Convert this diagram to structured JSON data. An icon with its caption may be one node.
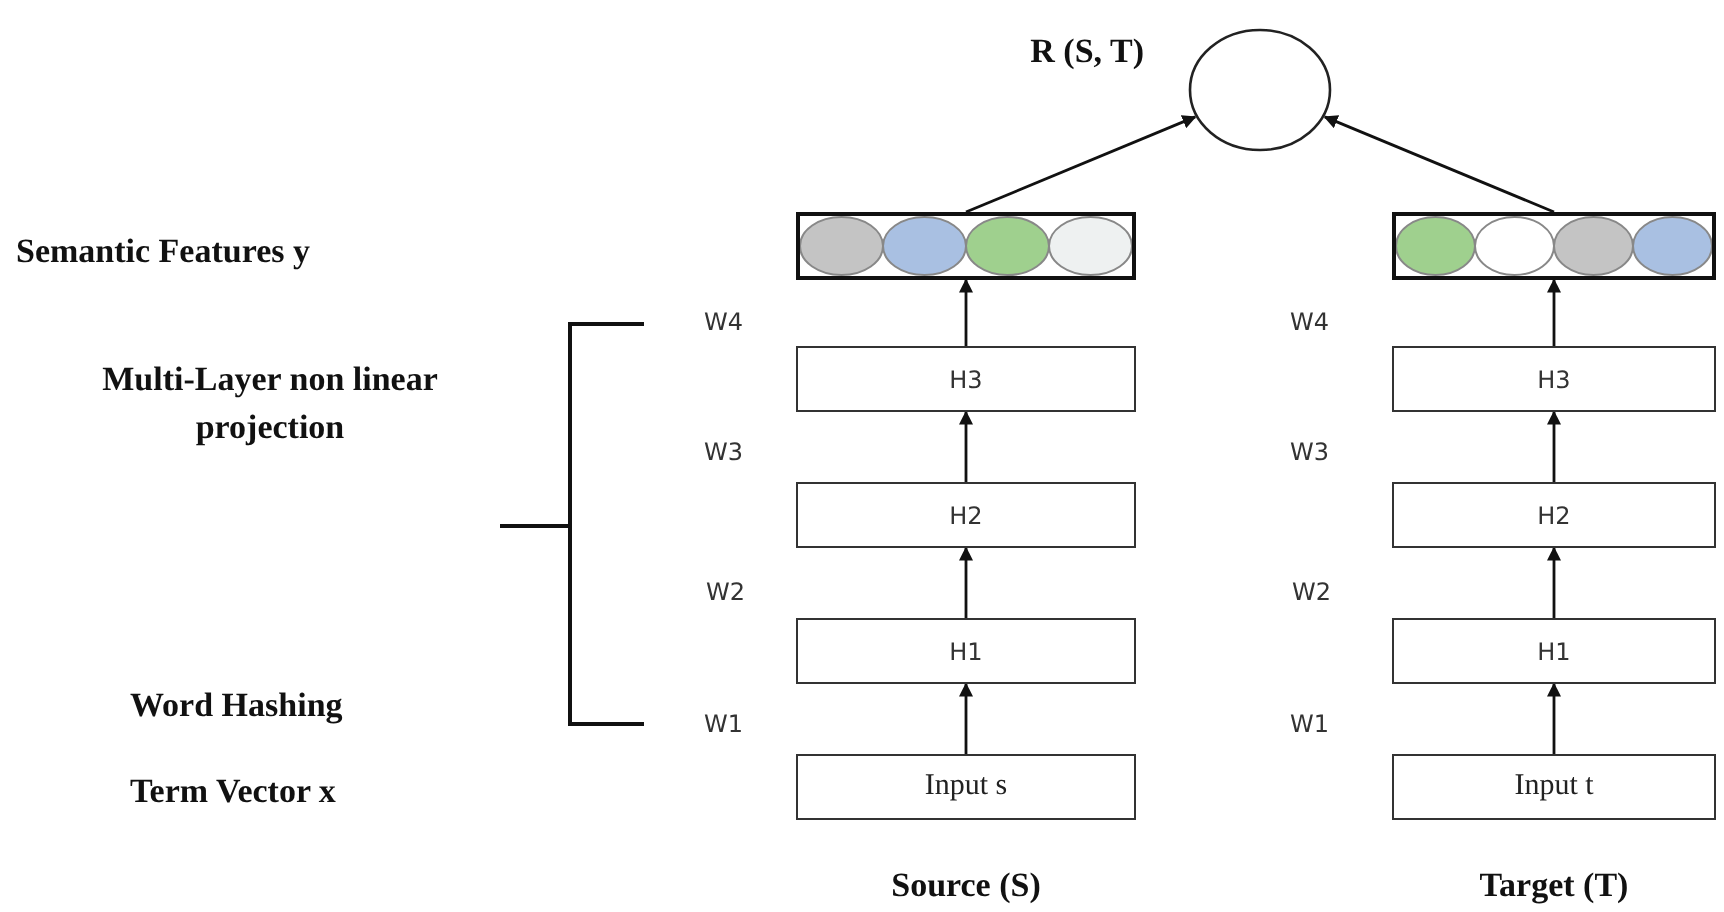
{
  "diagram": {
    "nodes": [
      {
        "text": [],
        "shape": "circle",
        "beside": [
          "R (S, T)"
        ]
      },
      {
        "text": [],
        "shape": "bar"
      },
      {
        "text": [
          "H3"
        ]
      },
      {
        "text": [
          "H2"
        ]
      },
      {
        "text": [
          "H1"
        ]
      },
      {
        "text": [
          "Input s"
        ]
      },
      {
        "text": [],
        "shape": "bar"
      },
      {
        "text": [
          "H3"
        ]
      },
      {
        "text": [
          "H2"
        ]
      },
      {
        "text": [
          "H1"
        ]
      },
      {
        "text": [
          "Input t"
        ]
      }
    ],
    "edges": [
      {
        "from": 5,
        "to": 4,
        "arrow": "to"
      },
      {
        "from": 4,
        "to": 3,
        "arrow": "to"
      },
      {
        "from": 3,
        "to": 2,
        "arrow": "to"
      },
      {
        "from": 2,
        "to": 1,
        "arrow": "to"
      },
      {
        "from": 1,
        "to": 0,
        "arrow": "to"
      },
      {
        "from": 10,
        "to": 9,
        "arrow": "to"
      },
      {
        "from": 9,
        "to": 8,
        "arrow": "to"
      },
      {
        "from": 8,
        "to": 7,
        "arrow": "to"
      },
      {
        "from": 7,
        "to": 6,
        "arrow": "to"
      },
      {
        "from": 6,
        "to": 0,
        "arrow": "to"
      }
    ],
    "labels": [
      "Semantic Features y",
      "W4",
      "W4",
      "Multi-Layer non linear projection",
      "W3",
      "W3",
      "W2",
      "W2",
      "Word Hashing",
      "W1",
      "W1",
      "Term Vector x",
      "Source (S)",
      "Target (T)"
    ]
  }
}
